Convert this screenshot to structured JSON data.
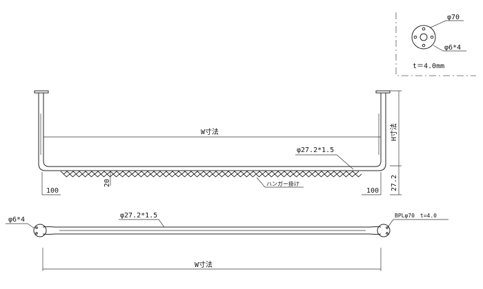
{
  "detail": {
    "plate_diameter": "φ70",
    "hole_spec": "φ6*4",
    "thickness": "t＝4.0mm"
  },
  "front_view": {
    "width_label": "W寸法",
    "pipe_spec": "φ27.2*1.5",
    "height_label": "H寸法",
    "left_offset": "100",
    "right_offset": "100",
    "hanger_gap": "20",
    "bottom_dim": "27.2",
    "hanger_label": "ハンガー掛け"
  },
  "plan_view": {
    "hole_spec": "φ6*4",
    "pipe_spec": "φ27.2*1.5",
    "base_plate_spec": "BPLφ70　t=4.0",
    "width_label": "W寸法"
  }
}
